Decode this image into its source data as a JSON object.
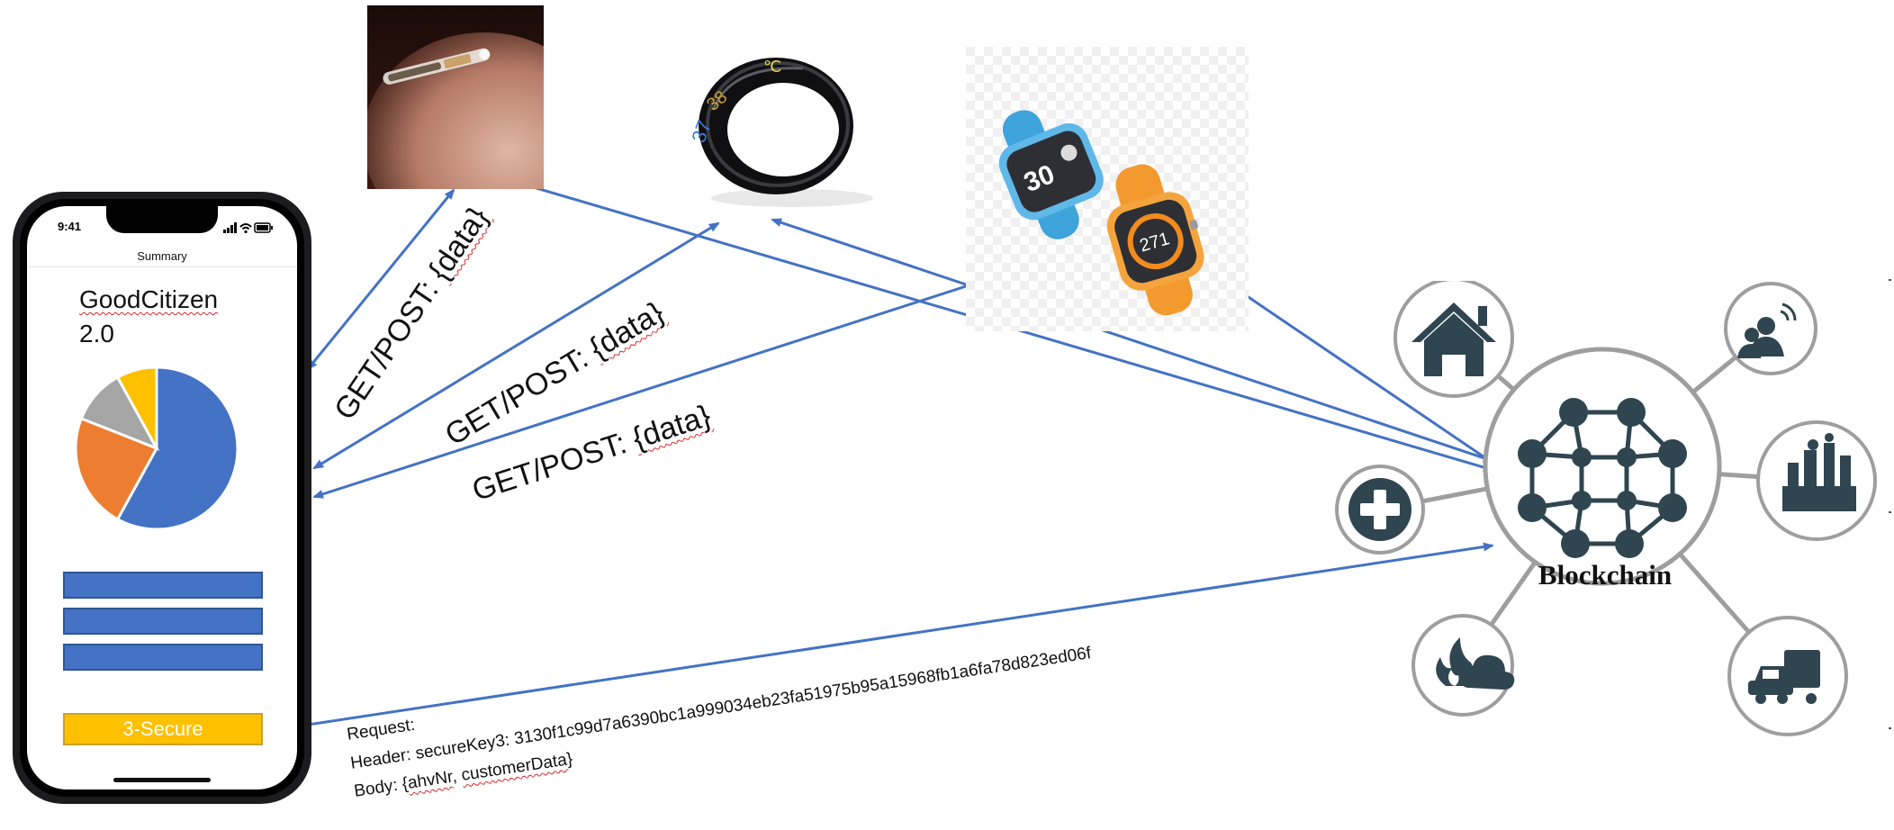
{
  "phone": {
    "status_time": "9:41",
    "nav_title": "Summary",
    "app_title_line1": "GoodCitizen",
    "app_title_line2": "2.0",
    "secure_button_label": "3-Secure",
    "pie_slices": [
      {
        "value": 58,
        "color": "#4472c4"
      },
      {
        "value": 23,
        "color": "#ed7d31"
      },
      {
        "value": 11,
        "color": "#a5a5a5"
      },
      {
        "value": 8,
        "color": "#ffc000"
      }
    ]
  },
  "connections": {
    "chip": {
      "prefix": "GET/POST: ",
      "payload": "{data}"
    },
    "ring": {
      "prefix": "GET/POST: ",
      "payload": "{data}"
    },
    "watch": {
      "prefix": "GET/POST: ",
      "payload": "{data}"
    }
  },
  "request": {
    "line1": "Request:",
    "line2": "Header: secureKey3: 3130f1c99d7a6390bc1a999034eb23fa51975b95a15968fb1a6fa78d823ed06f",
    "line3_prefix": "Body: {",
    "line3_ahv": "ahvNr",
    "line3_sep": ", ",
    "line3_customer": "customerData",
    "line3_suffix": "}"
  },
  "blockchain": {
    "label": "Blockchain",
    "satellites": [
      "home-icon",
      "person-signal-icon",
      "factory-icon",
      "truck-icon",
      "fire-cloud-icon",
      "medical-plus-icon"
    ]
  },
  "devices": {
    "ring_display": [
      "37",
      "38"
    ],
    "watch_blue_value": "30",
    "watch_orange_value": "271"
  },
  "colors": {
    "arrow": "#4472c4",
    "node": "#2f4550",
    "satellite_ring": "#9e9e9e",
    "pie_blue": "#4472c4",
    "secure_yellow": "#ffc000"
  }
}
